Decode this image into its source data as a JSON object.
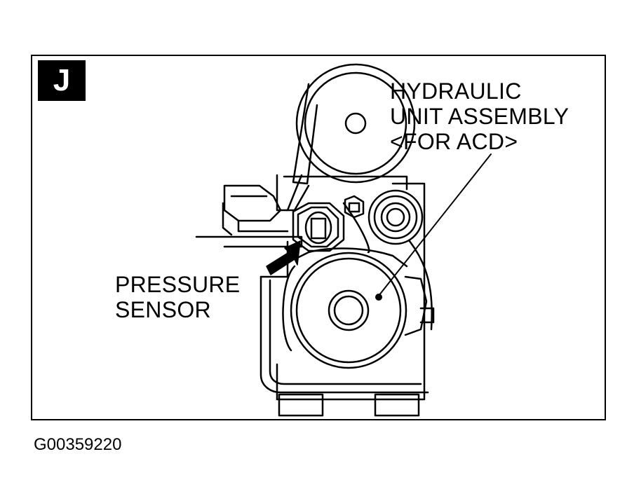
{
  "panel": {
    "letter": "J"
  },
  "labels": {
    "hydraulic_line1": "HYDRAULIC",
    "hydraulic_line2": "UNIT ASSEMBLY",
    "hydraulic_line3": "<FOR ACD>",
    "pressure_line1": "PRESSURE",
    "pressure_line2": "SENSOR"
  },
  "figure_id": "G00359220"
}
